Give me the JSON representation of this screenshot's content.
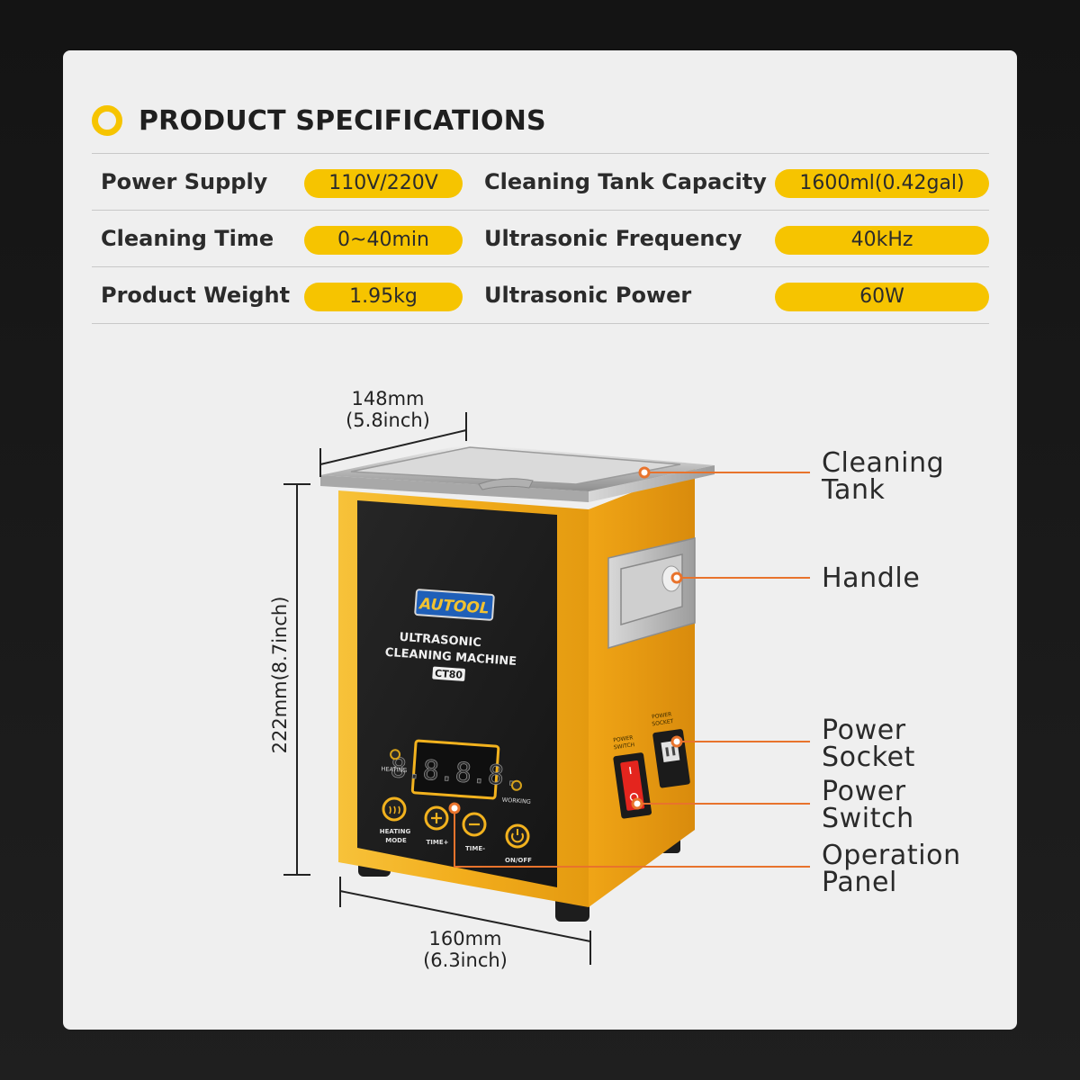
{
  "heading": "PRODUCT SPECIFICATIONS",
  "specs": [
    {
      "left_label": "Power Supply",
      "left_value": "110V/220V",
      "right_label": "Cleaning Tank Capacity",
      "right_value": "1600ml(0.42gal)"
    },
    {
      "left_label": "Cleaning Time",
      "left_value": "0~40min",
      "right_label": "Ultrasonic Frequency",
      "right_value": "40kHz"
    },
    {
      "left_label": "Product Weight",
      "left_value": "1.95kg",
      "right_label": "Ultrasonic Power",
      "right_value": "60W"
    }
  ],
  "dimensions": {
    "width_mm": "148mm",
    "width_inch": "(5.8inch)",
    "height_text": "222mm(8.7inch)",
    "depth_mm": "160mm",
    "depth_inch": "(6.3inch)"
  },
  "callouts": {
    "cleaning_tank": [
      "Cleaning",
      "Tank"
    ],
    "handle": [
      "Handle"
    ],
    "power_socket": [
      "Power",
      "Socket"
    ],
    "power_switch": [
      "Power",
      "Switch"
    ],
    "operation_panel": [
      "Operation",
      "Panel"
    ]
  },
  "device": {
    "brand": "AUTOOL",
    "title_line1": "ULTRASONIC",
    "title_line2": "CLEANING MACHINE",
    "model": "CT80",
    "display": "8.8.8.8.",
    "heating_label": "HEATING",
    "working_label": "WORKING",
    "btn_heating_mode_1": "HEATING",
    "btn_heating_mode_2": "MODE",
    "btn_time_plus": "TIME+",
    "btn_time_minus": "TIME-",
    "btn_onoff": "ON/OFF",
    "power_switch_label_1": "POWER",
    "power_switch_label_2": "SWITCH",
    "power_socket_label_1": "POWER",
    "power_socket_label_2": "SOCKET"
  },
  "colors": {
    "accent": "#f6c400",
    "callout_line": "#e8732c",
    "body_yellow": "#f2ad1c",
    "panel_black": "#1c1c1c"
  }
}
